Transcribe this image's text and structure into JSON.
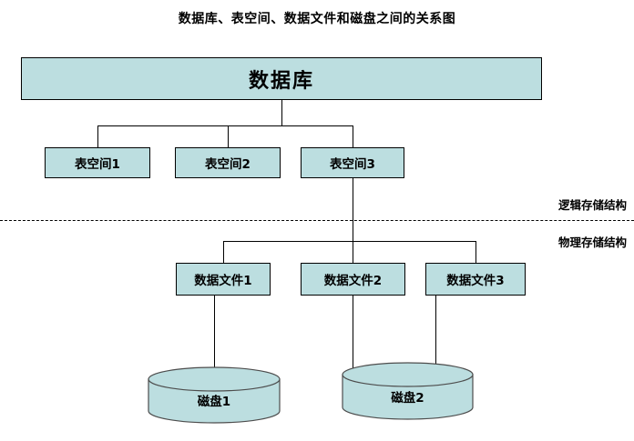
{
  "diagram": {
    "title": "数据库、表空间、数据文件和磁盘之间的关系图",
    "colors": {
      "box_fill": "#bcdee0",
      "box_stroke": "#000000",
      "cylinder_fill": "#bcdee0",
      "cylinder_top_fill": "#bcdee0",
      "line": "#000000",
      "background": "#ffffff"
    },
    "root": {
      "label": "数据库"
    },
    "tablespaces": [
      {
        "label": "表空间1"
      },
      {
        "label": "表空间2"
      },
      {
        "label": "表空间3"
      }
    ],
    "datafiles": [
      {
        "label": "数据文件1"
      },
      {
        "label": "数据文件2"
      },
      {
        "label": "数据文件3"
      }
    ],
    "disks": [
      {
        "label": "磁盘1"
      },
      {
        "label": "磁盘2"
      }
    ],
    "zones": {
      "logical_label": "逻辑存储结构",
      "physical_label": "物理存储结构"
    },
    "relations": {
      "root_to_tablespaces": [
        "表空间1",
        "表空间2",
        "表空间3"
      ],
      "tablespace3_to_datafiles": [
        "数据文件1",
        "数据文件2",
        "数据文件3"
      ],
      "datafile1_to_disk": "磁盘1",
      "datafile2_to_disk": "磁盘2",
      "datafile3_to_disk": "磁盘2"
    }
  }
}
